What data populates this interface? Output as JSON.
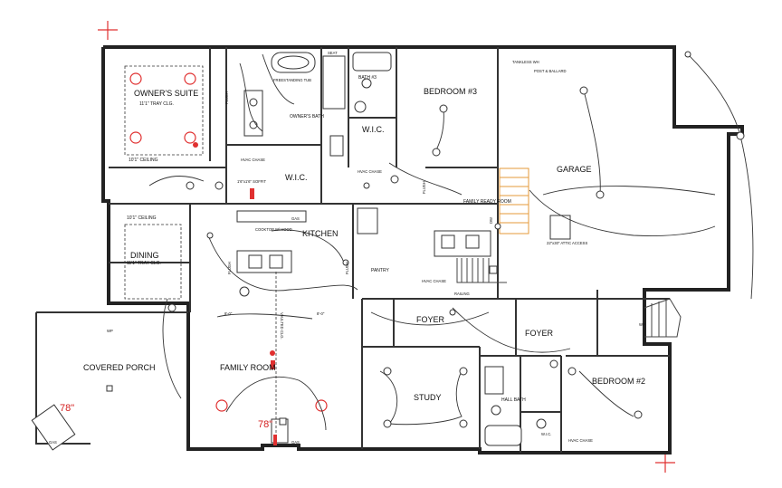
{
  "rooms": {
    "owners_suite": "OWNER'S SUITE",
    "owners_suite_ceiling": "11'1\" TRAY CLG.",
    "ceiling_101": "10'1\" CEILING",
    "bedroom3": "BEDROOM #3",
    "bath3": "BATH #3",
    "owners_bath": "OWNER'S BATH",
    "wic": "W.I.C.",
    "garage": "GARAGE",
    "kitchen": "KITCHEN",
    "dining": "DINING",
    "dining_ceiling_a": "10'1\" CEILING",
    "dining_ceiling_b": "11'1\" TRAY CLG.",
    "family_ready_room": "FAMILY READY ROOM",
    "pantry": "PANTRY",
    "foyer_left": "FOYER",
    "foyer_right": "FOYER",
    "covered_porch": "COVERED PORCH",
    "family_room": "FAMILY ROOM",
    "study": "STUDY",
    "bedroom2": "BEDROOM #2",
    "hall_bath": "HALL BATH"
  },
  "notes": {
    "freestanding_tub": "FREESTANDING TUB",
    "seat": "SEAT",
    "hvac_chase_1": "HVAC CHASE",
    "hvac_chase_2": "HVAC CHASE",
    "hvac_chase_3": "HVAC CHASE",
    "hvac_chase_4": "HVAC CHASE",
    "soffit": "1'6\"x1'6\" SOFFIT",
    "cooktop": "COOKTOP W/ HOOD",
    "gas_kitchen": "GAS",
    "gas_porch": "GAS",
    "gas_family": "GAS",
    "tankless": "TANKLESS WH",
    "post_bollard": "POST & BALLARD",
    "attic_access": "22\"x30\" ATTIC ACCESS",
    "railing": "RAILING",
    "wp_porch": "WP",
    "wp_garage": "WP",
    "vaulted": "VAULTED CLG.",
    "wic_small": "W.I.C.",
    "flush_left": "FLUSH",
    "flush_right": "FLUSH",
    "flush_a": "FLUSH",
    "flush_b": "FLUSH",
    "dw": "DW",
    "dim_left": "8'-0\"",
    "dim_right": "8'-0\""
  },
  "red_dims": {
    "porch": "78\"",
    "family": "78\""
  },
  "colors": {
    "wall": "#222222",
    "red": "#e03030",
    "hatch": "#e49a3a"
  }
}
